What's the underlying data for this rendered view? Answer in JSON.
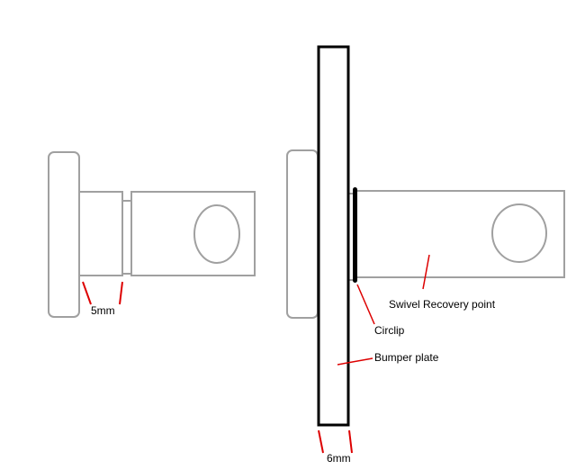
{
  "diagram": {
    "labels": {
      "gap_left": "5mm",
      "gap_right": "6mm",
      "swivel": "Swivel Recovery point",
      "circlip": "Circlip",
      "bumper": "Bumper plate"
    },
    "colors": {
      "outline": "#a0a0a0",
      "plate": "#000000",
      "marker": "#dd0000",
      "text": "#000000",
      "background": "#ffffff"
    }
  }
}
